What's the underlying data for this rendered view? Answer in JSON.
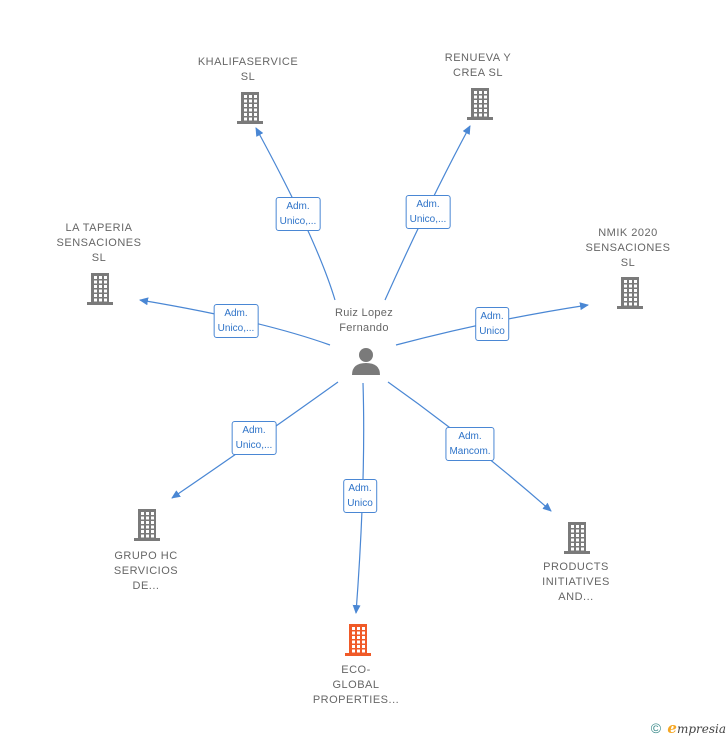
{
  "center": {
    "name": "Ruiz Lopez\nFernando",
    "icon": "person-icon"
  },
  "nodes": [
    {
      "id": "khalifaservice",
      "name": "KHALIFASERVICE\nSL",
      "icon": "building-icon",
      "color": "#7a7a7a",
      "role": "Adm.\nUnico,..."
    },
    {
      "id": "renueva",
      "name": "RENUEVA Y\nCREA  SL",
      "icon": "building-icon",
      "color": "#7a7a7a",
      "role": "Adm.\nUnico,..."
    },
    {
      "id": "taperia",
      "name": "LA TAPERIA\nSENSACIONES\nSL",
      "icon": "building-icon",
      "color": "#7a7a7a",
      "role": "Adm.\nUnico,..."
    },
    {
      "id": "nmik",
      "name": "NMIK 2020\nSENSACIONES\nSL",
      "icon": "building-icon",
      "color": "#7a7a7a",
      "role": "Adm.\nUnico"
    },
    {
      "id": "grupohc",
      "name": "GRUPO HC\nSERVICIOS\nDE...",
      "icon": "building-icon",
      "color": "#7a7a7a",
      "role": "Adm.\nUnico,..."
    },
    {
      "id": "ecoglobal",
      "name": "ECO-\nGLOBAL\nPROPERTIES...",
      "icon": "building-icon",
      "color": "#f05a28",
      "role": "Adm.\nUnico"
    },
    {
      "id": "products",
      "name": "PRODUCTS\nINITIATIVES\nAND...",
      "icon": "building-icon",
      "color": "#7a7a7a",
      "role": "Adm.\nMancom."
    }
  ],
  "colors": {
    "edge": "#4a87d4",
    "label_text": "#666666"
  },
  "footer": {
    "copyright": "©",
    "brand_initial": "e",
    "brand_rest": "mpresia"
  }
}
